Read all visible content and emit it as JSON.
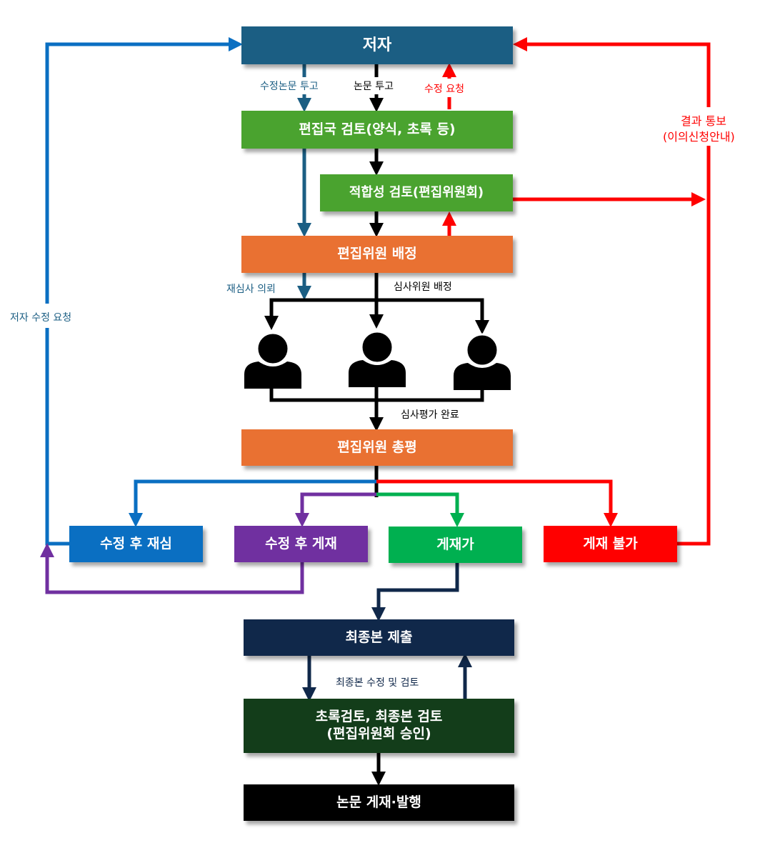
{
  "title": "논문 심사 절차",
  "colors": {
    "author": "#1b5e83",
    "green": "#4aa32f",
    "orange": "#e97132",
    "revise_review": "#0a6fc2",
    "revise_publish": "#7030a0",
    "accept": "#00b050",
    "reject": "#ff0000",
    "final": "#10284a",
    "approve": "#133d1a",
    "publish": "#000000"
  },
  "boxes": {
    "author": "저자",
    "editorial_review": "편집국 검토(양식, 초록 등)",
    "suitability_review": "적합성 검토(편집위원회)",
    "editor_assign": "편집위원 배정",
    "editor_summary": "편집위원 총평",
    "revise_rereview": "수정 후 재심",
    "revise_publish": "수정 후 게재",
    "accept": "게재가",
    "reject": "게재 불가",
    "final_submit": "최종본 제출",
    "final_review_line1": "초록검토, 최종본 검토",
    "final_review_line2": "(편집위원회 승인)",
    "publish": "논문 게재·발행"
  },
  "labels": {
    "revised_submission": "수정논문 투고",
    "submission": "논문 투고",
    "revision_request": "수정 요청",
    "result_notice_line1": "결과 통보",
    "result_notice_line2": "(이의신청안내)",
    "re_review_request": "재심사 의뢰",
    "reviewer_assign": "심사위원 배정",
    "review_complete": "심사평가 완료",
    "author_revision_request": "저자 수정 요청",
    "final_revision": "최종본 수정 및 검토"
  },
  "reviewers": [
    {
      "icon": "person-icon"
    },
    {
      "icon": "person-icon"
    },
    {
      "icon": "person-icon"
    }
  ]
}
